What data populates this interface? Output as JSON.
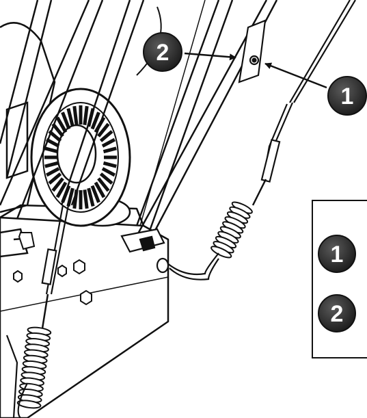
{
  "callouts": [
    {
      "id": "callout-2",
      "label": "2"
    },
    {
      "id": "callout-1",
      "label": "1"
    }
  ],
  "legend": {
    "items": [
      {
        "label": "1"
      },
      {
        "label": "2"
      }
    ]
  },
  "colors": {
    "line": "#111111",
    "background": "#ffffff",
    "badge_fill": "#2b2b2b",
    "badge_text": "#ffffff"
  }
}
